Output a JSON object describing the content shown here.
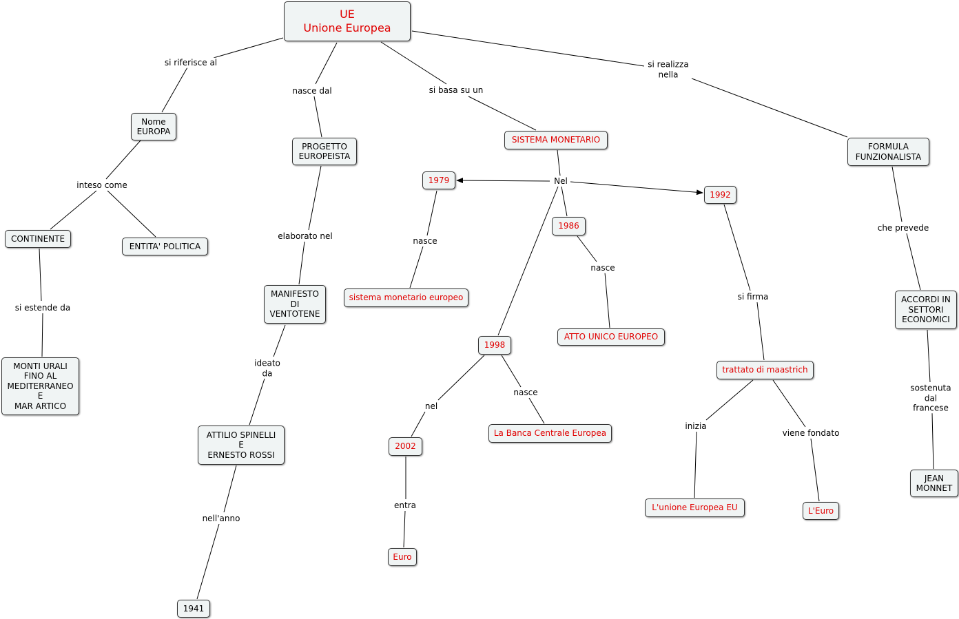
{
  "nodes": {
    "ue": "UE\nUnione Europea",
    "nome_europa": "Nome\nEUROPA",
    "progetto": "PROGETTO\nEUROPEISTA",
    "sistema": "SISTEMA MONETARIO",
    "formula": "FORMULA\nFUNZIONALISTA",
    "y1979": "1979",
    "y1992": "1992",
    "y1986": "1986",
    "continente": "CONTINENTE",
    "entita": "ENTITA' POLITICA",
    "sme": "sistema monetario europeo",
    "manifesto": "MANIFESTO\nDI\nVENTOTENE",
    "accordi": "ACCORDI IN\nSETTORI\nECONOMICI",
    "atto": "ATTO UNICO EUROPEO",
    "y1998": "1998",
    "monti": "MONTI URALI\nFINO AL\nMEDITERRANEO\nE\nMAR ARTICO",
    "trattato": "trattato di maastrich",
    "bce": "La Banca Centrale Europea",
    "spinelli": "ATTILIO SPINELLI\nE\nERNESTO ROSSI",
    "y2002": "2002",
    "monnet": "JEAN\nMONNET",
    "unione_eu": "L'unione Europea  EU",
    "leuro": "L'Euro",
    "euro": "Euro",
    "y1941": "1941"
  },
  "labels": {
    "si_riferisce": "si riferisce al",
    "nasce_dal": "nasce dal",
    "si_basa": "si basa su un",
    "si_realizza": "si realizza\nnella",
    "inteso_come": "inteso come",
    "nel_upper": "Nel",
    "elaborato_nel": "elaborato nel",
    "nasce_1979": "nasce",
    "che_prevede": "che prevede",
    "si_estende": "si estende da",
    "nasce_1986": "nasce",
    "si_firma": "si firma",
    "ideato_da": "ideato\nda",
    "nasce_1998": "nasce",
    "nel_lower": "nel",
    "sostenuta": "sostenuta\ndal\nfrancese",
    "inizia": "inizia",
    "viene_fondato": "viene fondato",
    "entra": "entra",
    "nell_anno": "nell'anno"
  }
}
